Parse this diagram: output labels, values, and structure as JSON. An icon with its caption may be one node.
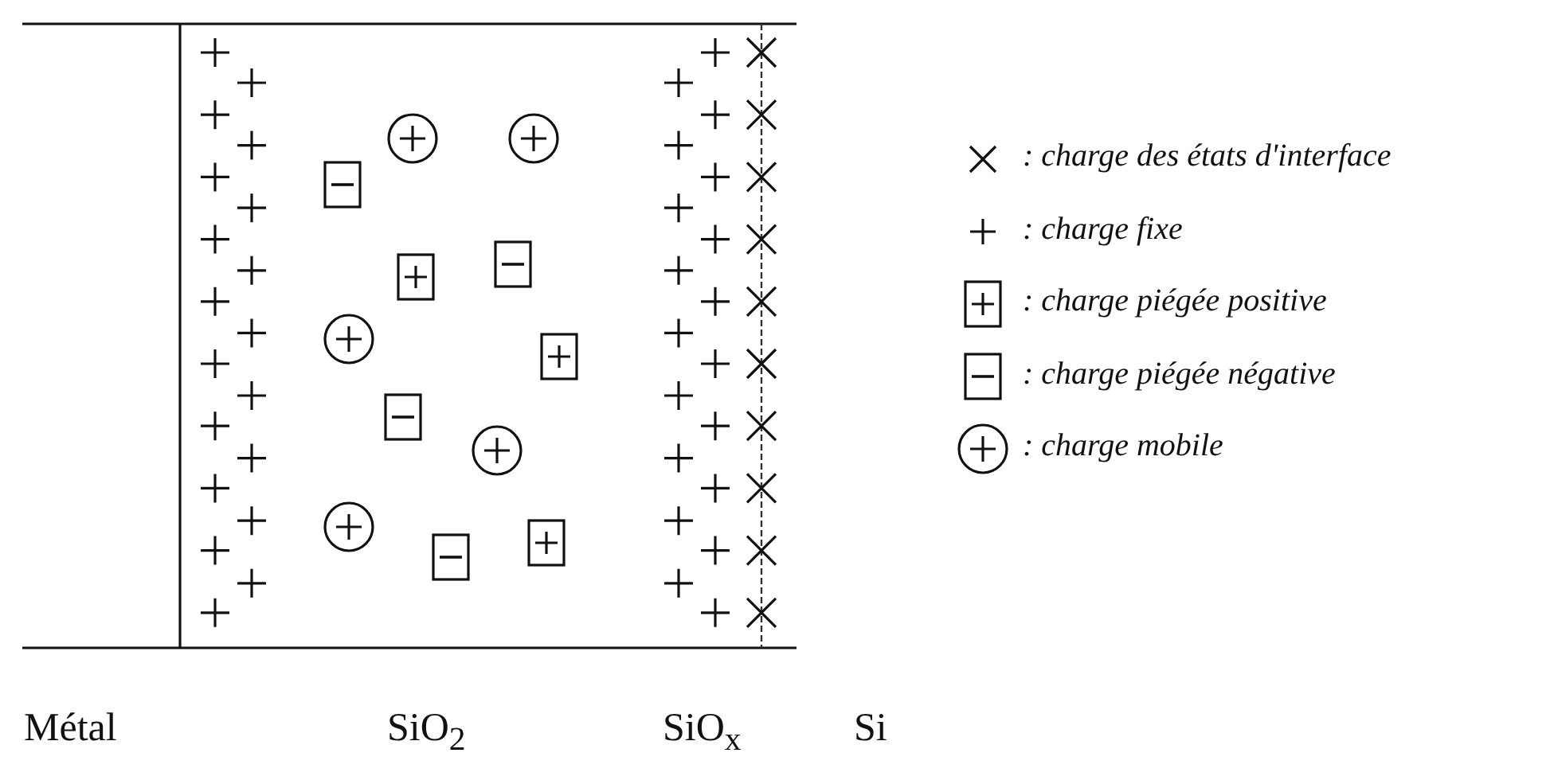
{
  "diagram": {
    "labels": [
      "Métal",
      "SiO$_{2}$",
      "SiO$_{x}$",
      "Si"
    ],
    "legend": [
      {
        "text": ": charge des états d'interface"
      },
      {
        "text": ": charge fixe"
      },
      {
        "text": ": charge piégée positive"
      },
      {
        "text": ": charge piégée négative"
      },
      {
        "text": ": charge mobile"
      }
    ]
  }
}
